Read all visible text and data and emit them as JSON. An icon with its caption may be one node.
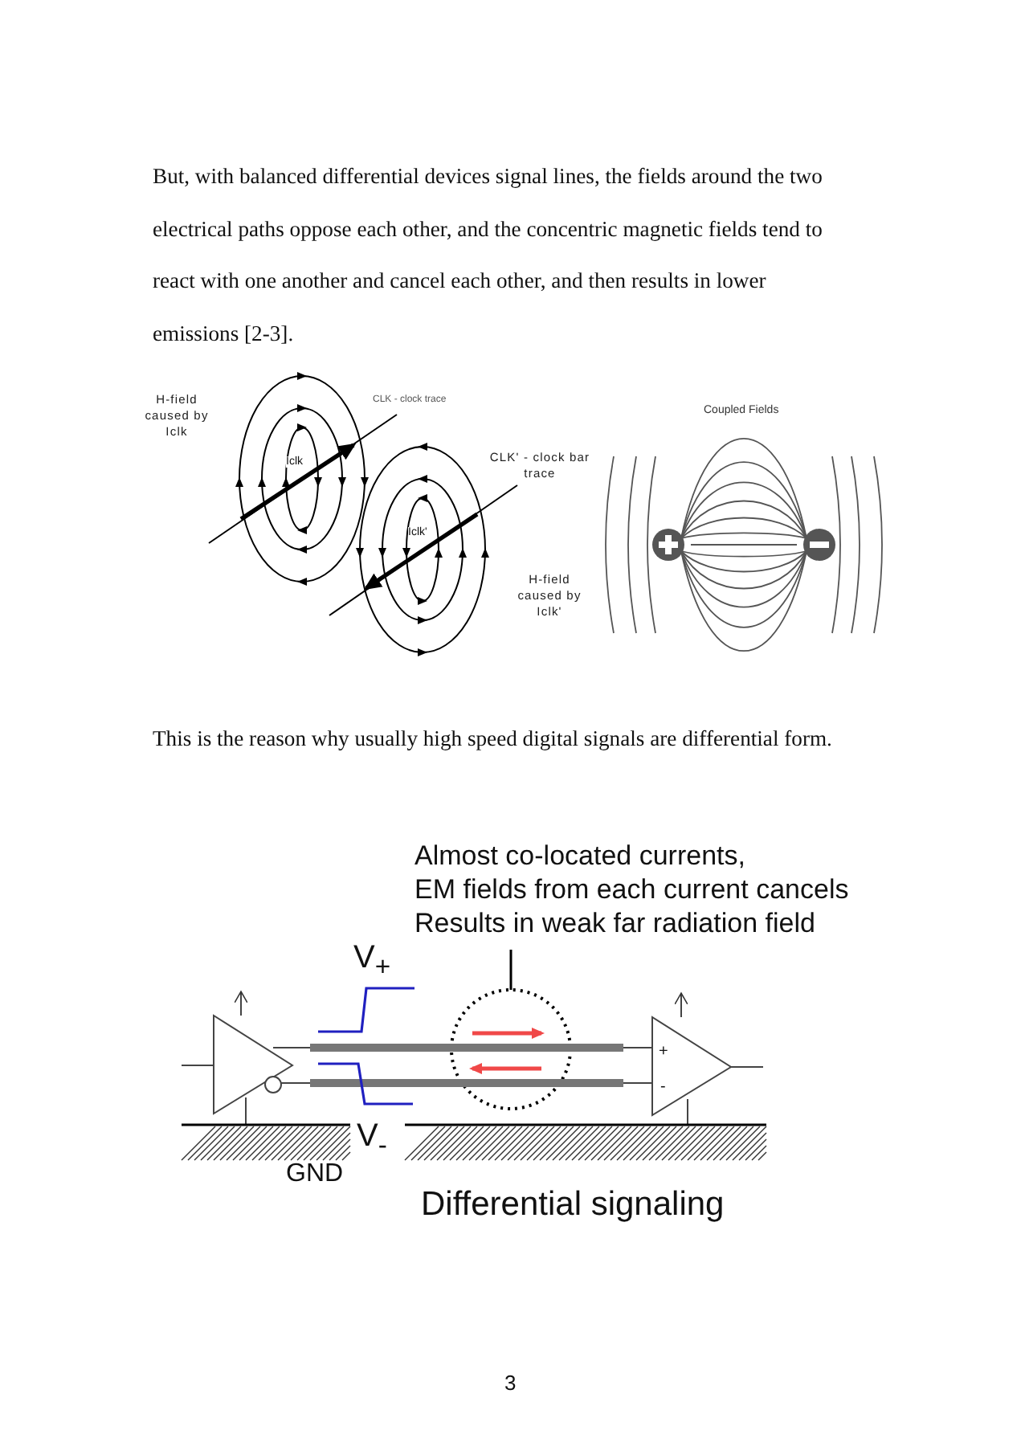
{
  "diagram": {
    "nodes": [
      {
        "text": [
          "Almost co-located currents,",
          "EM fields from each current cancels",
          "Results in weak far radiation field"
        ]
      },
      {
        "text": [],
        "shape": "circle"
      }
    ],
    "edges": [
      {
        "from": 0,
        "to": 1,
        "arrow": "none"
      }
    ],
    "labels": [
      "But, with balanced differential devices signal lines, the fields around the two electrical paths oppose each other, and the concentric magnetic fields tend to react with one another and cancel each other, and then results in lower emissions [2-3].",
      "H-field caused by Iclk",
      "CLK - clock trace",
      "Iclk",
      "CLK' - clock bar trace",
      "Iclk'",
      "H-field caused by Iclk'",
      "Coupled Fields",
      "This is the reason why usually high speed digital signals are differential form.",
      "V$_{+}$",
      "+",
      "-",
      "V$_{-}$",
      "GND",
      "Differential signaling",
      "3"
    ]
  }
}
